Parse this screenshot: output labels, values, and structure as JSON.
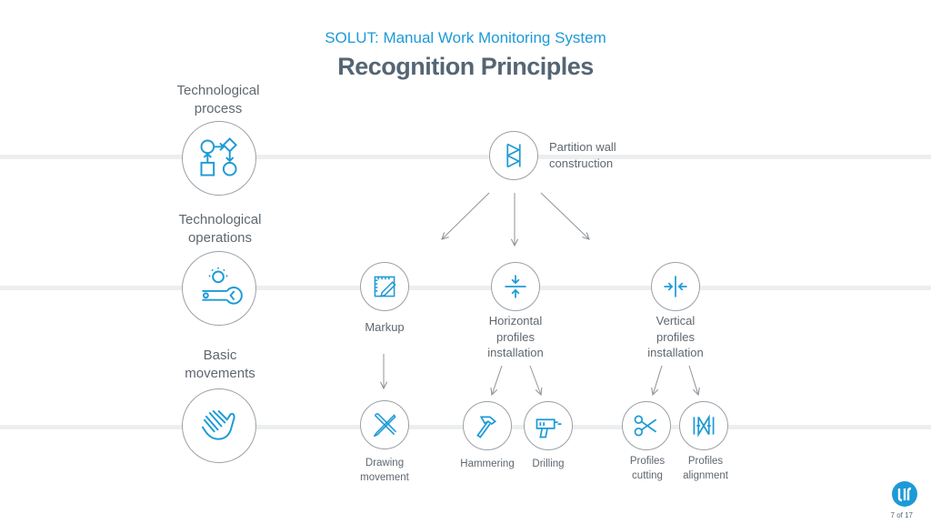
{
  "header": {
    "subtitle": "SOLUT: Manual Work Monitoring System",
    "title": "Recognition Principles"
  },
  "rows": {
    "process": "Technological\nprocess",
    "operations": "Technological\noperations",
    "movements": "Basic\nmovements"
  },
  "process": {
    "label": "Partition wall\nconstruction"
  },
  "operations": {
    "markup": "Markup",
    "horizontal": "Horizontal\nprofiles\ninstallation",
    "vertical": "Vertical\nprofiles\ninstallation"
  },
  "movements": {
    "drawing": "Drawing\nmovement",
    "hammering": "Hammering",
    "drilling": "Drilling",
    "cutting": "Profiles\ncutting",
    "alignment": "Profiles\nalignment"
  },
  "footer": {
    "page": "7 of 17"
  },
  "colors": {
    "accent": "#1d9ad6",
    "title": "#556574",
    "text": "#5e6770"
  },
  "icons": [
    "flowchart-icon",
    "worker-wrench-icon",
    "hands-icon",
    "stud-frame-icon",
    "ruler-pencil-icon",
    "compress-vertical-icon",
    "compress-horizontal-icon",
    "tools-cross-icon",
    "hammer-icon",
    "drill-icon",
    "scissors-icon",
    "align-icon",
    "logo-icon"
  ]
}
